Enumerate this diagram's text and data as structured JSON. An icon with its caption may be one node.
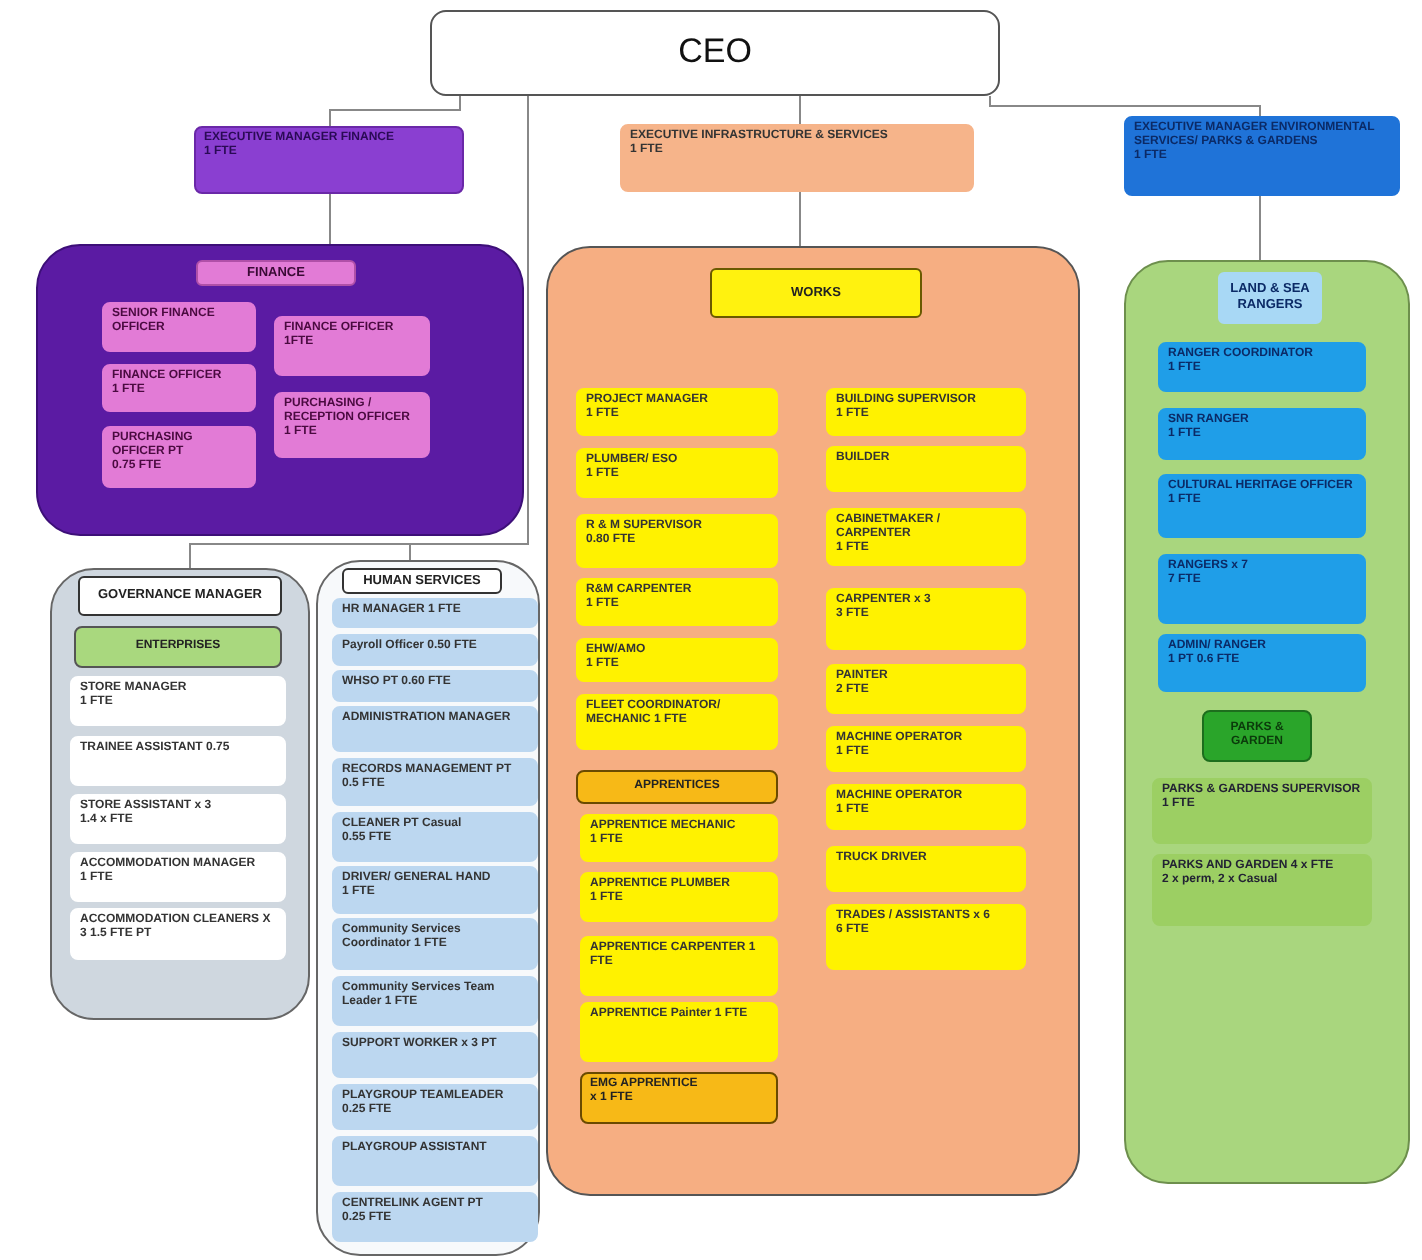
{
  "diagram": {
    "nodes": [
      {
        "text": [
          "CEO"
        ]
      },
      {
        "text": [
          "EXECUTIVE MANAGER FINANCE",
          "1 FTE"
        ]
      },
      {
        "text": [
          "EXECUTIVE INFRASTRUCTURE & SERVICES",
          "1 FTE"
        ]
      },
      {
        "text": [
          "EXECUTIVE MANAGER ENVIRONMENTAL SERVICES/ PARKS & GARDENS",
          "1 FTE"
        ]
      },
      {
        "text": [
          "FINANCE"
        ]
      },
      {
        "text": [
          "SENIOR FINANCE OFFICER"
        ],
        "in": 4
      },
      {
        "text": [
          "FINANCE OFFICER",
          "1 FTE"
        ],
        "in": 4
      },
      {
        "text": [
          "PURCHASING OFFICER PT",
          "0.75 FTE"
        ],
        "in": 4
      },
      {
        "text": [
          "FINANCE OFFICER",
          "1FTE"
        ],
        "in": 4
      },
      {
        "text": [
          "PURCHASING / RECEPTION OFFICER",
          "1 FTE"
        ],
        "in": 4
      },
      {
        "text": [
          "WORKS"
        ]
      },
      {
        "text": [
          "PROJECT MANAGER",
          "1 FTE"
        ],
        "in": 10
      },
      {
        "text": [
          "PLUMBER/ ESO",
          "1 FTE"
        ],
        "in": 10
      },
      {
        "text": [
          "R & M SUPERVISOR",
          "0.80 FTE"
        ],
        "in": 10
      },
      {
        "text": [
          "R&M CARPENTER",
          "1 FTE"
        ],
        "in": 10
      },
      {
        "text": [
          "EHW/AMO",
          "1 FTE"
        ],
        "in": 10
      },
      {
        "text": [
          "FLEET COORDINATOR/ MECHANIC 1 FTE"
        ],
        "in": 10
      },
      {
        "text": [
          "APPRENTICES"
        ],
        "in": 10
      },
      {
        "text": [
          "APPRENTICE MECHANIC",
          "1 FTE"
        ],
        "in": 10
      },
      {
        "text": [
          "APPRENTICE PLUMBER",
          "1 FTE"
        ],
        "in": 10
      },
      {
        "text": [
          "APPRENTICE CARPENTER 1 FTE"
        ],
        "in": 10
      },
      {
        "text": [
          "APPRENTICE Painter 1 FTE"
        ],
        "in": 10
      },
      {
        "text": [
          "EMG APPRENTICE",
          "x 1 FTE"
        ],
        "in": 10
      },
      {
        "text": [
          "BUILDING SUPERVISOR",
          "1 FTE"
        ],
        "in": 10
      },
      {
        "text": [
          "BUILDER"
        ],
        "in": 10
      },
      {
        "text": [
          "CABINETMAKER / CARPENTER",
          "1 FTE"
        ],
        "in": 10
      },
      {
        "text": [
          "CARPENTER x 3",
          "3 FTE"
        ],
        "in": 10
      },
      {
        "text": [
          "PAINTER",
          "2 FTE"
        ],
        "in": 10
      },
      {
        "text": [
          "MACHINE OPERATOR",
          "1 FTE"
        ],
        "in": 10
      },
      {
        "text": [
          "MACHINE OPERATOR",
          "1 FTE"
        ],
        "in": 10
      },
      {
        "text": [
          "TRUCK DRIVER"
        ],
        "in": 10
      },
      {
        "text": [
          "TRADES / ASSISTANTS x 6",
          "6 FTE"
        ],
        "in": 10
      },
      {
        "text": [
          "LAND & SEA RANGERS"
        ]
      },
      {
        "text": [
          "RANGER COORDINATOR",
          "1 FTE"
        ],
        "in": 32
      },
      {
        "text": [
          "SNR RANGER",
          "1 FTE"
        ],
        "in": 32
      },
      {
        "text": [
          "CULTURAL HERITAGE OFFICER",
          "1 FTE"
        ],
        "in": 32
      },
      {
        "text": [
          "RANGERS x 7",
          "7 FTE"
        ],
        "in": 32
      },
      {
        "text": [
          "ADMIN/ RANGER",
          "1 PT 0.6 FTE"
        ],
        "in": 32
      },
      {
        "text": [
          "PARKS & GARDEN"
        ],
        "in": 32
      },
      {
        "text": [
          "PARKS & GARDENS SUPERVISOR 1 FTE"
        ],
        "in": 32
      },
      {
        "text": [
          "PARKS AND GARDEN 4 x FTE",
          "2 x perm, 2 x Casual"
        ],
        "in": 32
      },
      {
        "text": [
          "GOVERNANCE MANAGER"
        ]
      },
      {
        "text": [
          "ENTERPRISES"
        ],
        "in": 41
      },
      {
        "text": [
          "STORE MANAGER",
          "1 FTE"
        ],
        "in": 41
      },
      {
        "text": [
          "TRAINEE ASSISTANT 0.75"
        ],
        "in": 41
      },
      {
        "text": [
          "STORE ASSISTANT x 3",
          "1.4 x FTE"
        ],
        "in": 41
      },
      {
        "text": [
          "ACCOMMODATION MANAGER",
          "1 FTE"
        ],
        "in": 41
      },
      {
        "text": [
          "ACCOMMODATION CLEANERS X 3 1.5 FTE PT"
        ],
        "in": 41
      },
      {
        "text": [
          "HUMAN SERVICES"
        ]
      },
      {
        "text": [
          "HR MANAGER 1 FTE"
        ],
        "in": 48
      },
      {
        "text": [
          "Payroll Officer 0.50 FTE"
        ],
        "in": 48
      },
      {
        "text": [
          "WHSO PT 0.60 FTE"
        ],
        "in": 48
      },
      {
        "text": [
          "ADMINISTRATION MANAGER"
        ],
        "in": 48
      },
      {
        "text": [
          "RECORDS MANAGEMENT PT",
          "0.5 FTE"
        ],
        "in": 48
      },
      {
        "text": [
          "CLEANER PT Casual",
          "0.55 FTE"
        ],
        "in": 48
      },
      {
        "text": [
          "DRIVER/ GENERAL HAND",
          "1 FTE"
        ],
        "in": 48
      },
      {
        "text": [
          "Community Services Coordinator 1 FTE"
        ],
        "in": 48
      },
      {
        "text": [
          "Community Services Team Leader 1 FTE"
        ],
        "in": 48
      },
      {
        "text": [
          "SUPPORT WORKER x 3 PT"
        ],
        "in": 48
      },
      {
        "text": [
          "PLAYGROUP TEAMLEADER",
          "0.25 FTE"
        ],
        "in": 48
      },
      {
        "text": [
          "PLAYGROUP ASSISTANT"
        ],
        "in": 48
      },
      {
        "text": [
          "CENTRELINK AGENT PT",
          "0.25 FTE"
        ],
        "in": 48
      }
    ],
    "edges": [
      {
        "from": 0,
        "to": 1,
        "arrow": "none"
      },
      {
        "from": 0,
        "to": 2,
        "arrow": "none"
      },
      {
        "from": 0,
        "to": 3,
        "arrow": "none"
      },
      {
        "from": 1,
        "to": 4,
        "arrow": "none"
      },
      {
        "from": 2,
        "to": 10,
        "arrow": "none"
      },
      {
        "from": 3,
        "to": 32,
        "arrow": "none"
      },
      {
        "from": 0,
        "to": 41,
        "arrow": "none"
      },
      {
        "from": 0,
        "to": 48,
        "arrow": "none"
      }
    ]
  }
}
